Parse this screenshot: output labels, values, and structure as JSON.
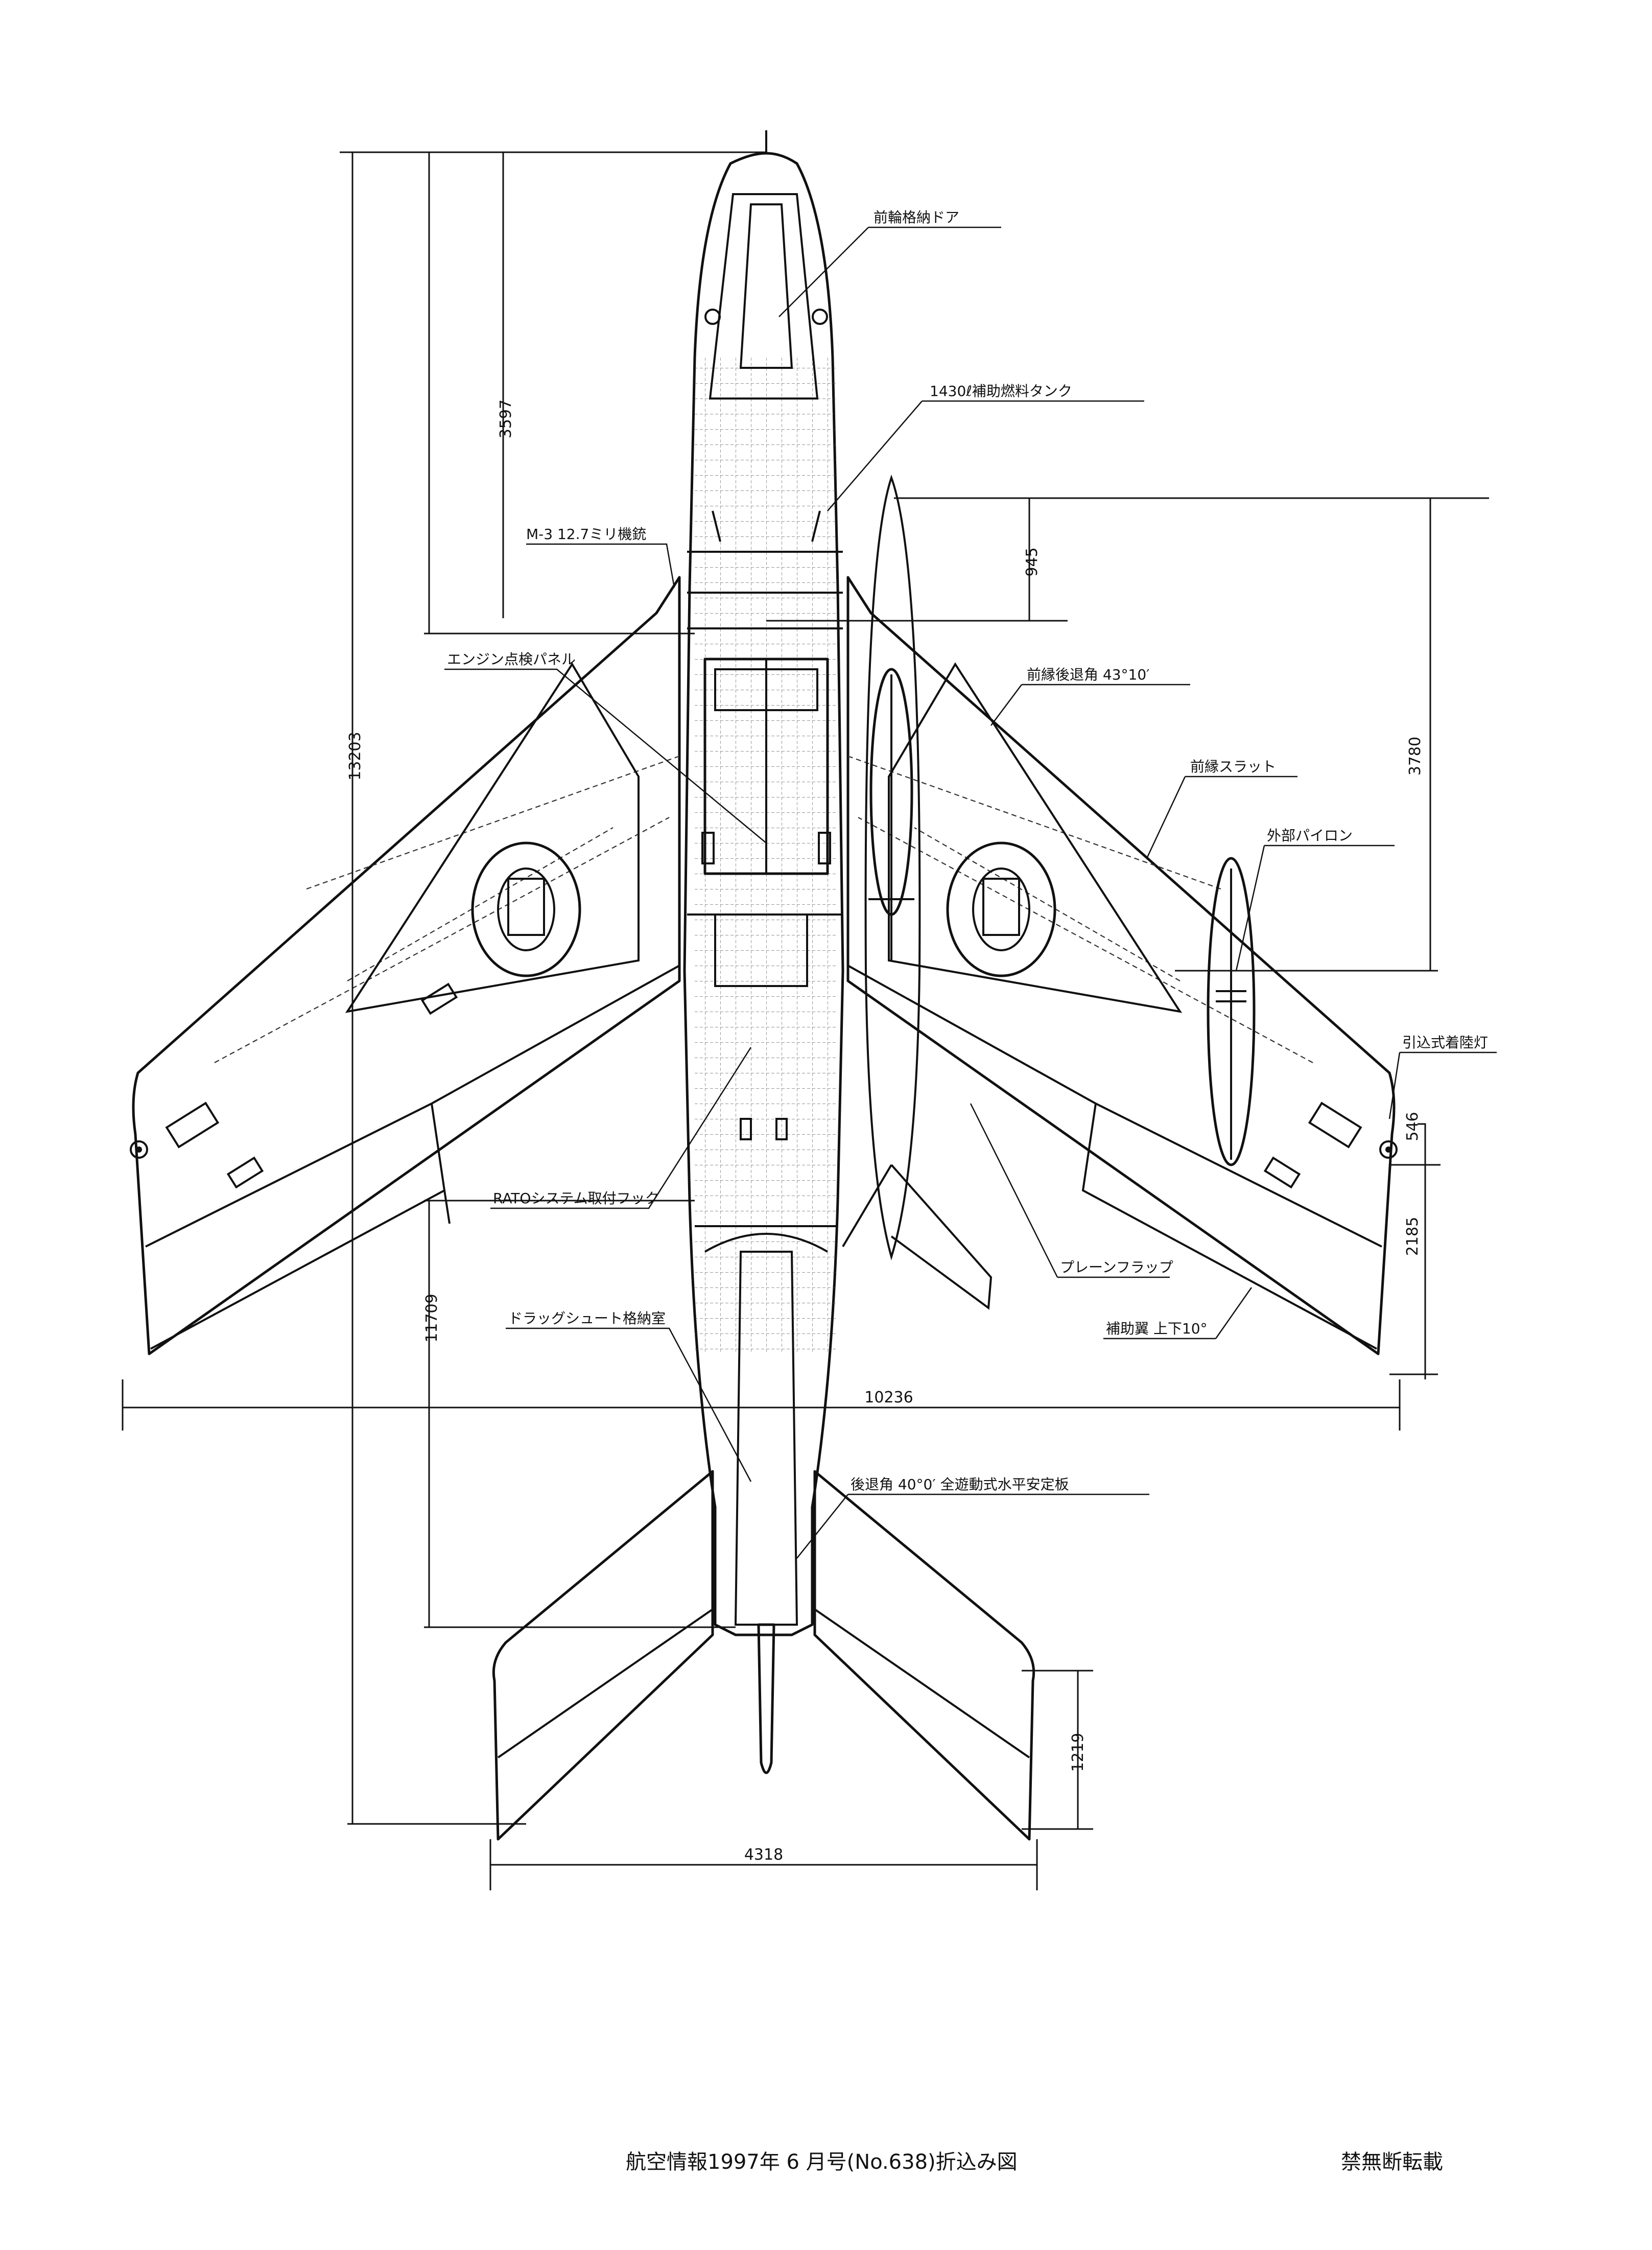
{
  "dimensions": {
    "d3597": "3597",
    "d13203": "13203",
    "d945": "945",
    "d3780": "3780",
    "d546": "546",
    "d2185": "2185",
    "d11709": "11709",
    "d10236": "10236",
    "d1219": "1219",
    "d4318": "4318"
  },
  "annotations": {
    "nose_gear_door": "前輪格納ドア",
    "drop_tank": "1430ℓ補助燃料タンク",
    "gun": "M-3 12.7ミリ機銃",
    "engine_panel": "エンジン点検パネル",
    "le_sweep": "前縁後退角 43°10′",
    "slat": "前縁スラット",
    "pylon": "外部パイロン",
    "nav_light": "引込式着陸灯",
    "rato": "RATOシステム取付フック",
    "flap": "プレーンフラップ",
    "aileron": "補助翼 上下10°",
    "drag_chute": "ドラッグシュート格納室",
    "stab": "後退角 40°0′ 全遊動式水平安定板"
  },
  "footer": {
    "source": "航空情報1997年 6 月号(No.638)折込み図",
    "notice": "禁無断転載"
  }
}
